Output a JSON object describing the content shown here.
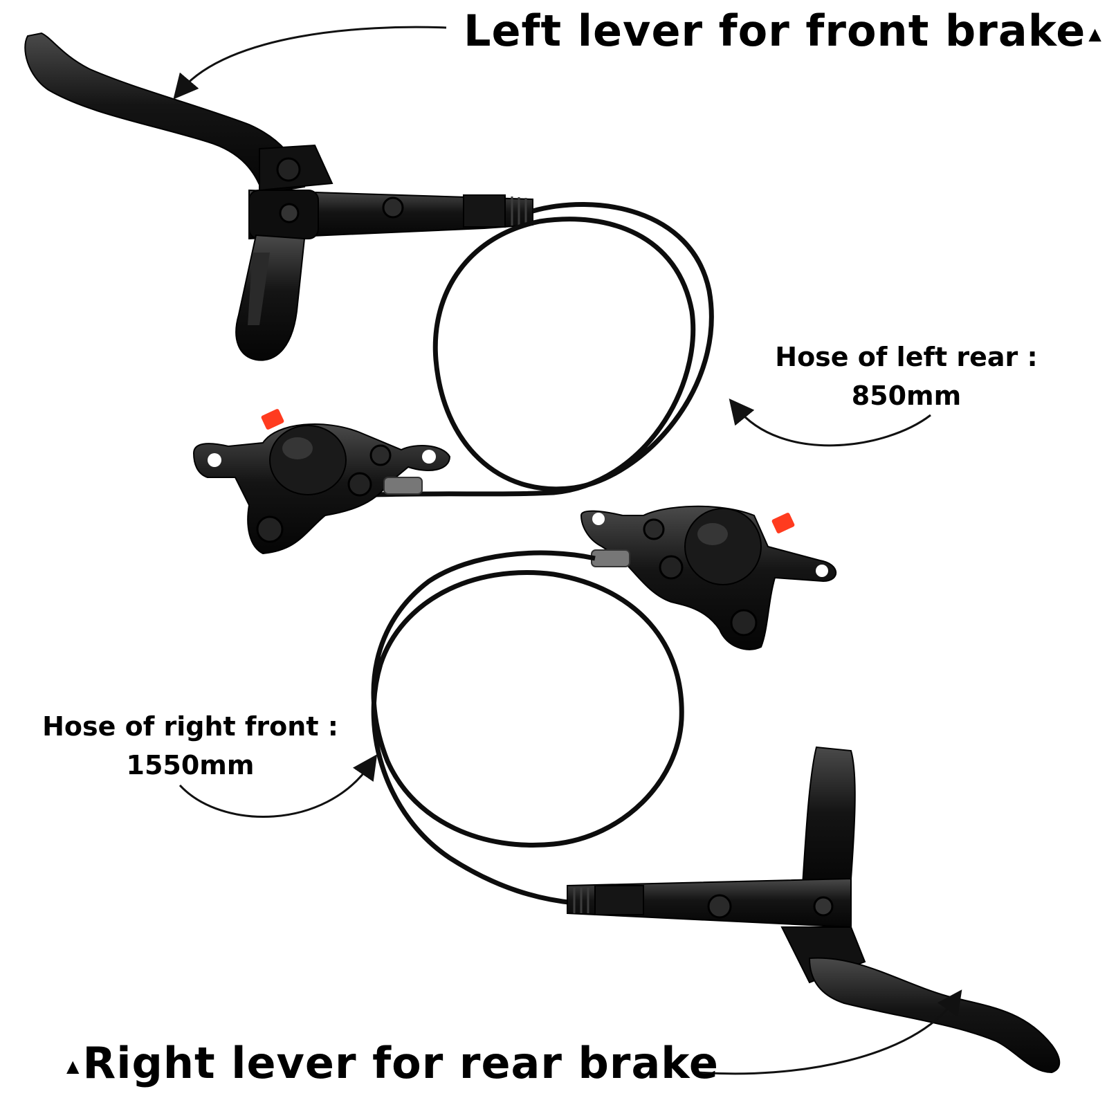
{
  "labels": {
    "front": {
      "text": "Left lever for front brake",
      "marker": "▲"
    },
    "rear": {
      "text": "Right lever for rear brake",
      "marker": "▲"
    },
    "hose_left": {
      "line1": "Hose of left rear :",
      "line2": "850mm"
    },
    "hose_right": {
      "line1": "Hose of right front :",
      "line2": "1550mm"
    }
  },
  "colors": {
    "background": "#ffffff",
    "part": "#111111",
    "highlight": "#3a3a3a",
    "hose": "#0d0d0d",
    "pad_tab": "#ff3b1f"
  },
  "icons": [
    "brake-lever-icon",
    "brake-caliper-icon",
    "hose-coil-icon",
    "annotation-arrow-icon"
  ]
}
